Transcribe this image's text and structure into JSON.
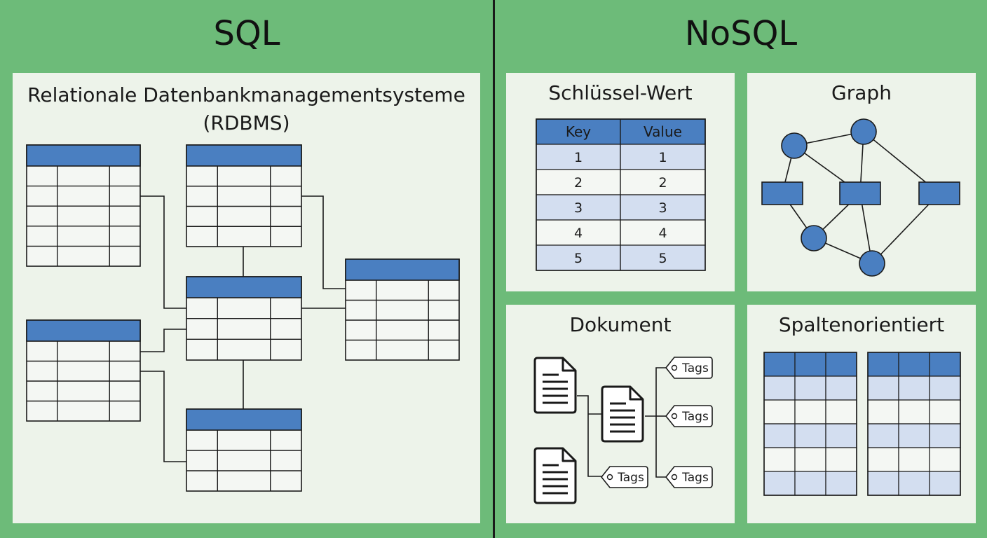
{
  "sql": {
    "title": "SQL",
    "rdbms_title_line1": "Relationale Datenbankmanagementsysteme",
    "rdbms_title_line2": "(RDBMS)"
  },
  "nosql": {
    "title": "NoSQL",
    "key_value": {
      "title": "Schlüssel-Wert",
      "headers": [
        "Key",
        "Value"
      ],
      "rows": [
        [
          "1",
          "1"
        ],
        [
          "2",
          "2"
        ],
        [
          "3",
          "3"
        ],
        [
          "4",
          "4"
        ],
        [
          "5",
          "5"
        ]
      ]
    },
    "graph": {
      "title": "Graph"
    },
    "document": {
      "title": "Dokument",
      "tag_label": "Tags"
    },
    "columnar": {
      "title": "Spaltenorientiert"
    }
  },
  "colors": {
    "background": "#6dbb79",
    "panel": "#edf3ea",
    "header_blue": "#4a7fc1",
    "row_blue": "#d3def0",
    "line": "#1a1a1a"
  }
}
